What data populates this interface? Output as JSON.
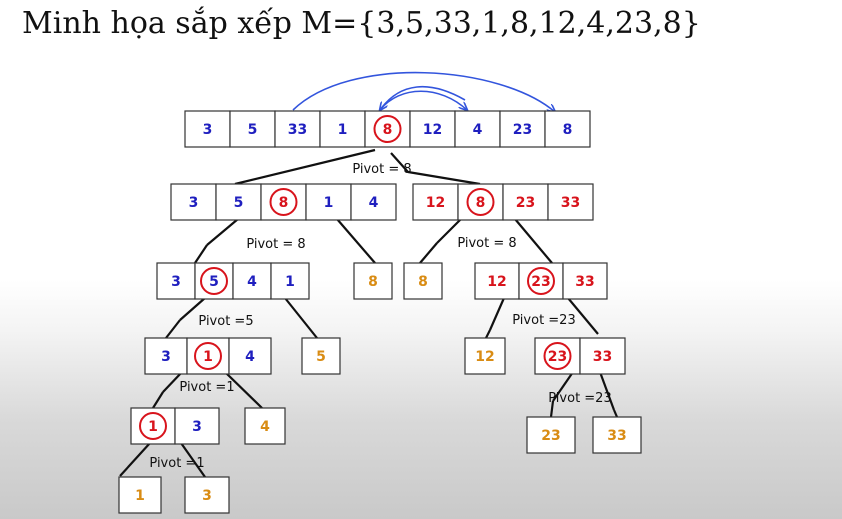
{
  "title": "Minh họa sắp xếp M={3,5,33,1,8,12,4,23,8}",
  "colors": {
    "blue": "#1f1fbf",
    "red": "#d8141c",
    "orange": "#d98c14",
    "pivot_circle": "#d8141c",
    "arrow": "#3355dd",
    "line": "#111111"
  },
  "arrays": [
    {
      "id": "root",
      "values": [
        "3",
        "5",
        "33",
        "1",
        "8",
        "12",
        "4",
        "23",
        "8"
      ],
      "colors": [
        "blue",
        "blue",
        "blue",
        "blue",
        "red",
        "blue",
        "blue",
        "blue",
        "blue"
      ],
      "circled": 4
    },
    {
      "id": "L1",
      "values": [
        "3",
        "5",
        "8",
        "1",
        "4"
      ],
      "colors": [
        "blue",
        "blue",
        "red",
        "blue",
        "blue"
      ],
      "circled": 2
    },
    {
      "id": "R1",
      "values": [
        "12",
        "8",
        "23",
        "33"
      ],
      "colors": [
        "red",
        "red",
        "red",
        "red"
      ],
      "circled": 1
    },
    {
      "id": "L2",
      "values": [
        "3",
        "5",
        "4",
        "1"
      ],
      "colors": [
        "blue",
        "blue",
        "blue",
        "blue"
      ],
      "circled": 1
    },
    {
      "id": "L2b",
      "values": [
        "8"
      ],
      "colors": [
        "orange"
      ],
      "circled": -1
    },
    {
      "id": "R2a",
      "values": [
        "8"
      ],
      "colors": [
        "orange"
      ],
      "circled": -1
    },
    {
      "id": "R2",
      "values": [
        "12",
        "23",
        "33"
      ],
      "colors": [
        "red",
        "red",
        "red"
      ],
      "circled": 1
    },
    {
      "id": "L3",
      "values": [
        "3",
        "1",
        "4"
      ],
      "colors": [
        "blue",
        "red",
        "blue"
      ],
      "circled": 1
    },
    {
      "id": "L3b",
      "values": [
        "5"
      ],
      "colors": [
        "orange"
      ],
      "circled": -1
    },
    {
      "id": "R3a",
      "values": [
        "12"
      ],
      "colors": [
        "orange"
      ],
      "circled": -1
    },
    {
      "id": "R3",
      "values": [
        "23",
        "33"
      ],
      "colors": [
        "red",
        "red"
      ],
      "circled": 0
    },
    {
      "id": "L4",
      "values": [
        "1",
        "3"
      ],
      "colors": [
        "red",
        "blue"
      ],
      "circled": 0
    },
    {
      "id": "L4b",
      "values": [
        "4"
      ],
      "colors": [
        "orange"
      ],
      "circled": -1
    },
    {
      "id": "R4a",
      "values": [
        "23"
      ],
      "colors": [
        "orange"
      ],
      "circled": -1
    },
    {
      "id": "R4b",
      "values": [
        "33"
      ],
      "colors": [
        "orange"
      ],
      "circled": -1
    },
    {
      "id": "L5a",
      "values": [
        "1"
      ],
      "colors": [
        "orange"
      ],
      "circled": -1
    },
    {
      "id": "L5b",
      "values": [
        "3"
      ],
      "colors": [
        "orange"
      ],
      "circled": -1
    }
  ],
  "pivots": [
    {
      "id": "p-root",
      "text": "Pivot = 8"
    },
    {
      "id": "p-L1",
      "text": "Pivot = 8"
    },
    {
      "id": "p-R1",
      "text": "Pivot = 8"
    },
    {
      "id": "p-L2",
      "text": "Pivot =5"
    },
    {
      "id": "p-R2",
      "text": "Pivot =23"
    },
    {
      "id": "p-L3",
      "text": "Pivot =1"
    },
    {
      "id": "p-R3",
      "text": "Pivot =23"
    },
    {
      "id": "p-L4",
      "text": "Pivot =1"
    }
  ]
}
